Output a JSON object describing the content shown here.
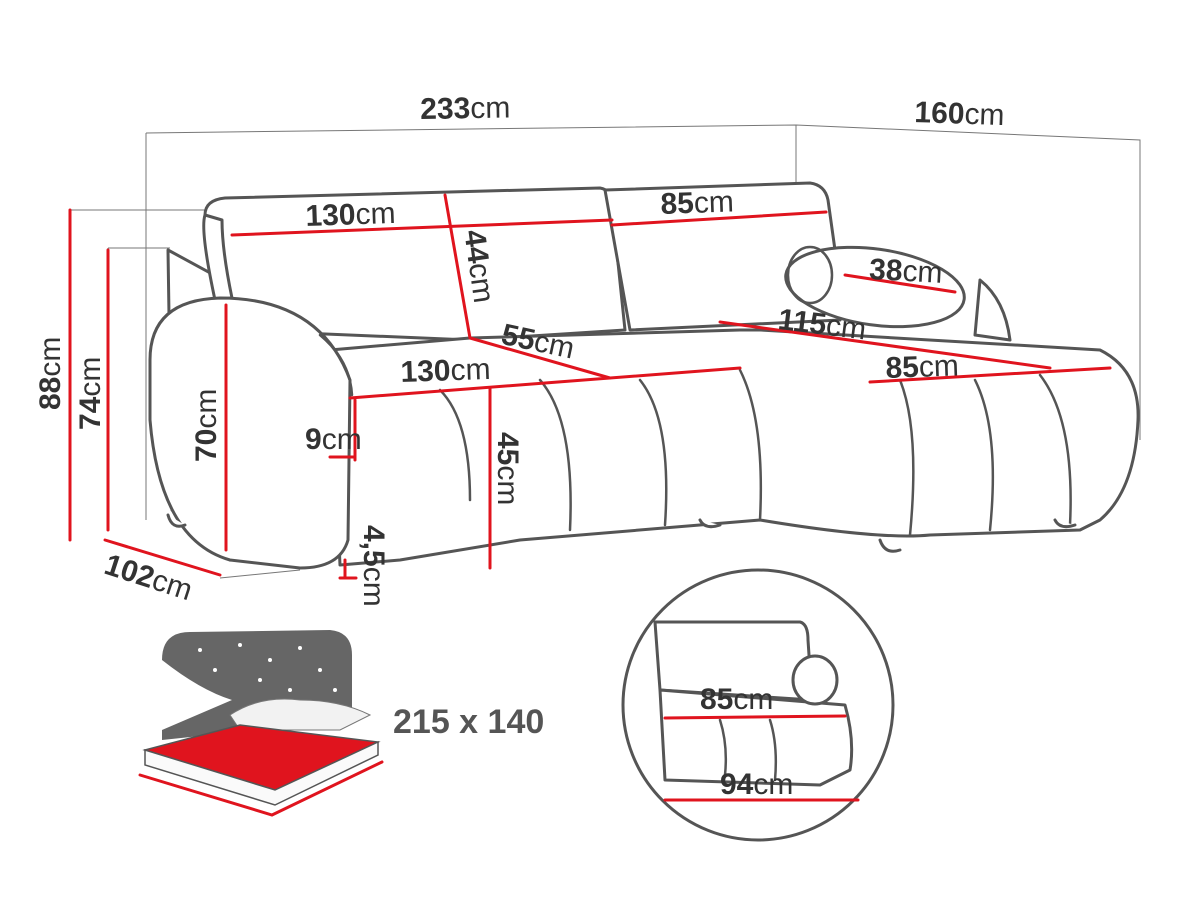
{
  "unit": "cm",
  "dimensions": {
    "total_length": {
      "value": "233",
      "unit": "cm"
    },
    "chaise_depth": {
      "value": "160",
      "unit": "cm"
    },
    "backrest_left_width": {
      "value": "130",
      "unit": "cm"
    },
    "backrest_right_width": {
      "value": "85",
      "unit": "cm"
    },
    "backrest_height": {
      "value": "44",
      "unit": "cm"
    },
    "cushion_diameter": {
      "value": "38",
      "unit": "cm"
    },
    "seat_depth": {
      "value": "55",
      "unit": "cm"
    },
    "chaise_seat_length": {
      "value": "115",
      "unit": "cm"
    },
    "seat_width": {
      "value": "130",
      "unit": "cm"
    },
    "chaise_width": {
      "value": "85",
      "unit": "cm"
    },
    "total_height": {
      "value": "88",
      "unit": "cm"
    },
    "back_height": {
      "value": "74",
      "unit": "cm"
    },
    "armrest_height": {
      "value": "70",
      "unit": "cm"
    },
    "armrest_width": {
      "value": "9",
      "unit": "cm"
    },
    "seat_height": {
      "value": "45",
      "unit": "cm"
    },
    "leg_height": {
      "value": "4,5",
      "unit": "cm"
    },
    "depth": {
      "value": "102",
      "unit": "cm"
    },
    "inset_top_width": {
      "value": "85",
      "unit": "cm"
    },
    "inset_bottom_width": {
      "value": "94",
      "unit": "cm"
    }
  },
  "sleeping_area": {
    "label": "215 x 140"
  },
  "colors": {
    "accent": "#e0141e",
    "outline": "#555555",
    "text": "#333333"
  }
}
